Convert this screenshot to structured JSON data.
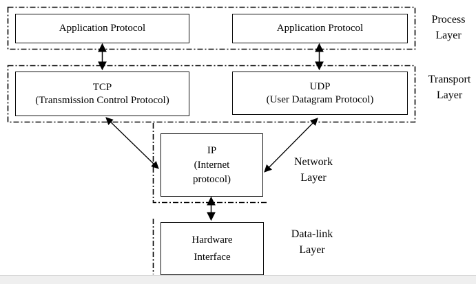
{
  "diagram": {
    "title_implied": "TCP/IP protocol stack",
    "boxes": {
      "app_left": {
        "label": "Application Protocol"
      },
      "app_right": {
        "label": "Application Protocol"
      },
      "tcp": {
        "title": "TCP",
        "subtitle": "(Transmission Control Protocol)"
      },
      "udp": {
        "title": "UDP",
        "subtitle": "(User Datagram Protocol)"
      },
      "ip": {
        "title": "IP",
        "line2": "(Internet",
        "line3": "protocol)"
      },
      "hardware": {
        "line1": "Hardware",
        "line2": "Interface"
      }
    },
    "layer_labels": {
      "process": {
        "line1": "Process",
        "line2": "Layer"
      },
      "transport": {
        "line1": "Transport",
        "line2": "Layer"
      },
      "network": {
        "line1": "Network",
        "line2": "Layer"
      },
      "datalink": {
        "line1": "Data-link",
        "line2": "Layer"
      }
    },
    "connections": [
      "application-left <-> tcp",
      "application-right <-> udp",
      "tcp <-> ip",
      "udp <-> ip",
      "ip <-> hardware-interface"
    ],
    "colors": {
      "line": "#000000",
      "background": "#ffffff",
      "bottom_bar": "#efefef",
      "bottom_bar_border": "#d6d6d6"
    }
  }
}
